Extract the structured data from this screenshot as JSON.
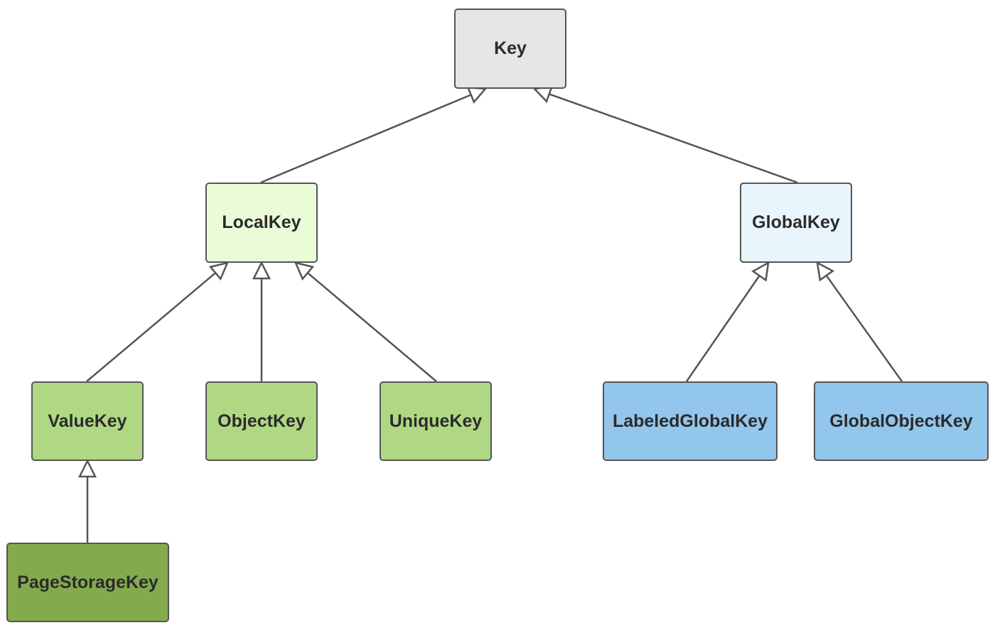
{
  "diagram": {
    "nodes": [
      {
        "id": "key",
        "label": "Key",
        "fill": "#e6e6e6"
      },
      {
        "id": "local",
        "label": "LocalKey",
        "fill": "#ebfbd7"
      },
      {
        "id": "global",
        "label": "GlobalKey",
        "fill": "#e9f5fd"
      },
      {
        "id": "value",
        "label": "ValueKey",
        "fill": "#b0d884"
      },
      {
        "id": "object",
        "label": "ObjectKey",
        "fill": "#b0d884"
      },
      {
        "id": "unique",
        "label": "UniqueKey",
        "fill": "#b0d884"
      },
      {
        "id": "labeled",
        "label": "LabeledGlobalKey",
        "fill": "#93c6ec"
      },
      {
        "id": "globalobj",
        "label": "GlobalObjectKey",
        "fill": "#93c6ec"
      },
      {
        "id": "page",
        "label": "PageStorageKey",
        "fill": "#83ab4d"
      }
    ],
    "edges": [
      {
        "from": "local",
        "to": "key",
        "type": "inheritance"
      },
      {
        "from": "global",
        "to": "key",
        "type": "inheritance"
      },
      {
        "from": "value",
        "to": "local",
        "type": "inheritance"
      },
      {
        "from": "object",
        "to": "local",
        "type": "inheritance"
      },
      {
        "from": "unique",
        "to": "local",
        "type": "inheritance"
      },
      {
        "from": "labeled",
        "to": "global",
        "type": "inheritance"
      },
      {
        "from": "globalobj",
        "to": "global",
        "type": "inheritance"
      },
      {
        "from": "page",
        "to": "value",
        "type": "inheritance"
      }
    ],
    "line_color": "#555555"
  }
}
